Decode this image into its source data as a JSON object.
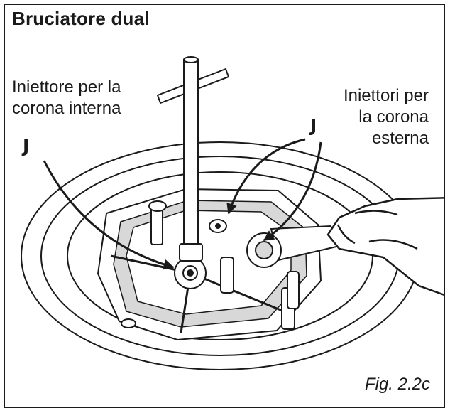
{
  "title": "Bruciatore dual",
  "labels": {
    "inner": [
      "Iniettore per la",
      "corona interna"
    ],
    "outer": [
      "Iniettori per",
      "la corona",
      "esterna"
    ],
    "letter": "J"
  },
  "caption": "Fig. 2.2c",
  "colors": {
    "ink": "#1a1a1a",
    "paper": "#ffffff",
    "shade": "#d8d8d8"
  }
}
